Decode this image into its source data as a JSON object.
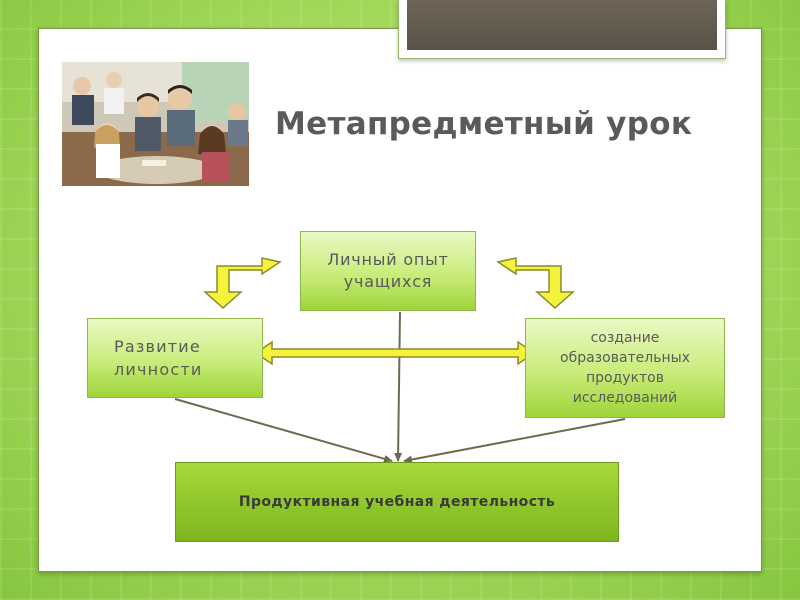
{
  "slide": {
    "title": "Метапредметный урок",
    "photo_alt": "classroom-photo"
  },
  "diagram": {
    "nodes": {
      "experience": "Личный опыт\nучащихся",
      "development": "Развитие\nличности",
      "creation": "создание\nобразовательных\nпродуктов\nисследований",
      "productive": "Продуктивная учебная деятельность"
    }
  },
  "colors": {
    "background_green": "#a3d95a",
    "node_fill_light": "#c8ec7a",
    "node_fill_dark": "#8cc42a",
    "arrow_yellow": "#f2f23a",
    "arrow_outline": "#7a8a2a",
    "connector_line": "#6e6a52",
    "title_text": "#5a5a5a"
  }
}
